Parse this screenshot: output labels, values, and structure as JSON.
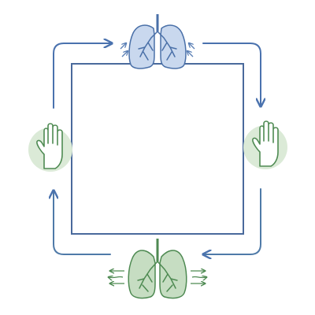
{
  "diagram": {
    "kind": "breathing-cycle",
    "steps": [
      {
        "position": "top",
        "icon": "inhale-lungs-icon",
        "state": "inhale"
      },
      {
        "position": "right",
        "icon": "hand-hold-icon",
        "state": "hold"
      },
      {
        "position": "bottom",
        "icon": "exhale-lungs-icon",
        "state": "exhale"
      },
      {
        "position": "left",
        "icon": "hand-hold-icon",
        "state": "hold"
      }
    ],
    "flow_direction": "clockwise",
    "colors": {
      "blue_stroke": "#4a70a8",
      "blue_fill": "#c9d8ee",
      "green_stroke": "#4e8a52",
      "green_fill": "#c6ddc2",
      "hand_circle": "#dbead7",
      "frame": "#4a6a9c",
      "arrow_blue": "#4a72ae",
      "arrow_mid": "#4f7aa8"
    }
  }
}
